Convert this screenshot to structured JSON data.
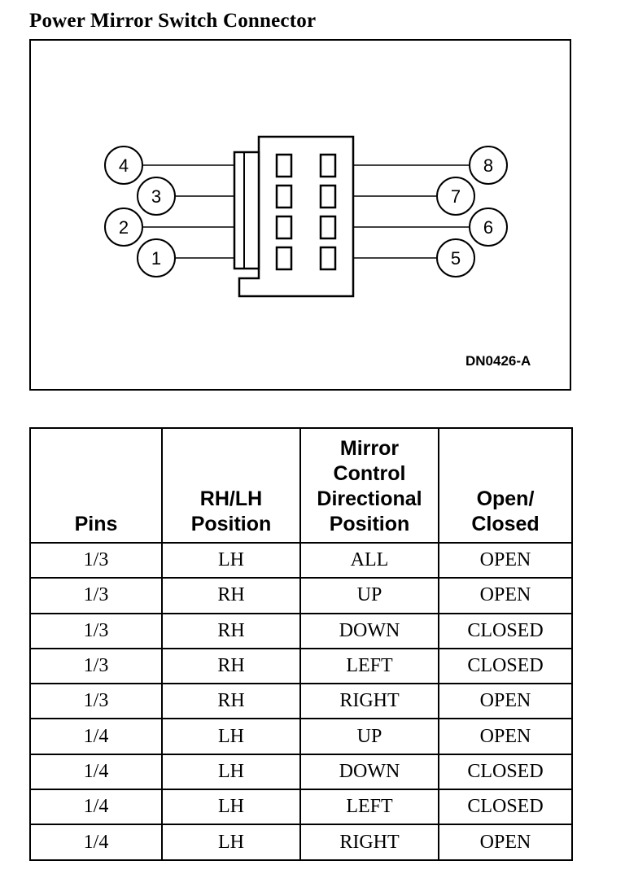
{
  "title": "Power Mirror Switch Connector",
  "figure": {
    "figure_id": "DN0426-A",
    "pins_left": [
      "4",
      "3",
      "2",
      "1"
    ],
    "pins_right": [
      "8",
      "7",
      "6",
      "5"
    ]
  },
  "table": {
    "headers": [
      "Pins",
      "RH/LH\nPosition",
      "Mirror\nControl\nDirectional\nPosition",
      "Open/\nClosed"
    ],
    "rows": [
      [
        "1/3",
        "LH",
        "ALL",
        "OPEN"
      ],
      [
        "1/3",
        "RH",
        "UP",
        "OPEN"
      ],
      [
        "1/3",
        "RH",
        "DOWN",
        "CLOSED"
      ],
      [
        "1/3",
        "RH",
        "LEFT",
        "CLOSED"
      ],
      [
        "1/3",
        "RH",
        "RIGHT",
        "OPEN"
      ],
      [
        "1/4",
        "LH",
        "UP",
        "OPEN"
      ],
      [
        "1/4",
        "LH",
        "DOWN",
        "CLOSED"
      ],
      [
        "1/4",
        "LH",
        "LEFT",
        "CLOSED"
      ],
      [
        "1/4",
        "LH",
        "RIGHT",
        "OPEN"
      ]
    ]
  }
}
